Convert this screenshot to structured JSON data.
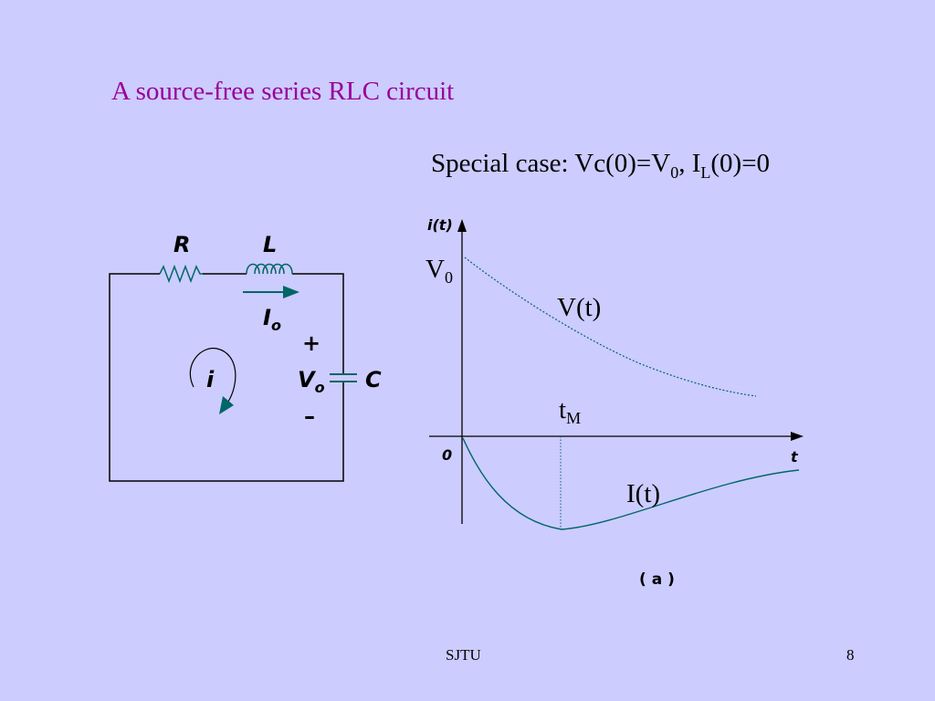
{
  "slide": {
    "title": "A source-free series RLC circuit",
    "special_case_prefix": "Special case:  Vc(0)=V",
    "special_case_sub1": "0",
    "special_case_mid": ", I",
    "special_case_sub2": "L",
    "special_case_suffix": "(0)=0",
    "footer_center": "SJTU",
    "footer_page": "8"
  },
  "circuit": {
    "resistor_label": "R",
    "inductor_label": "L",
    "current_label": "I",
    "current_sub": "o",
    "loop_current_label": "i",
    "plus_sign": "+",
    "minus_sign": "–",
    "voltage_label": "V",
    "voltage_sub": "o",
    "capacitor_label": "C",
    "colors": {
      "wire": "#000000",
      "resistor": "#006666",
      "arrow": "#006666"
    }
  },
  "graph": {
    "y_axis_label": "i(t)",
    "x_axis_label": "t",
    "origin_label": "0",
    "v0_label": "V",
    "v0_sub": "0",
    "vt_label": "V(t)",
    "tm_label": "t",
    "tm_sub": "M",
    "it_label": "I(t)",
    "caption": "( a )",
    "colors": {
      "curve": "#006666",
      "axis": "#000000"
    }
  }
}
